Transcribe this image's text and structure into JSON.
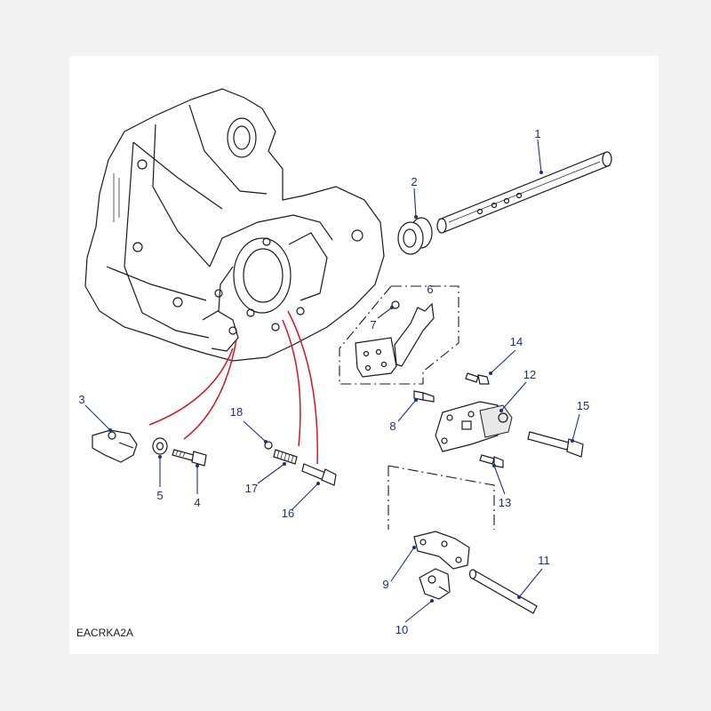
{
  "diagram": {
    "reference_code": "EACRKA2A",
    "callouts": [
      {
        "id": "c1",
        "label": "1"
      },
      {
        "id": "c2",
        "label": "2"
      },
      {
        "id": "c3",
        "label": "3"
      },
      {
        "id": "c4",
        "label": "4"
      },
      {
        "id": "c5",
        "label": "5"
      },
      {
        "id": "c6",
        "label": "6"
      },
      {
        "id": "c7",
        "label": "7"
      },
      {
        "id": "c8",
        "label": "8"
      },
      {
        "id": "c9",
        "label": "9"
      },
      {
        "id": "c10",
        "label": "10"
      },
      {
        "id": "c11",
        "label": "11"
      },
      {
        "id": "c12",
        "label": "12"
      },
      {
        "id": "c13",
        "label": "13"
      },
      {
        "id": "c14",
        "label": "14"
      },
      {
        "id": "c15",
        "label": "15"
      },
      {
        "id": "c16",
        "label": "16"
      },
      {
        "id": "c17",
        "label": "17"
      },
      {
        "id": "c18",
        "label": "18"
      }
    ],
    "colors": {
      "callout": "#1c2f86",
      "guide_line": "#d8141e",
      "ink": "#1a1a1a",
      "paper": "#ffffff",
      "border": "#f2f2f2"
    }
  }
}
